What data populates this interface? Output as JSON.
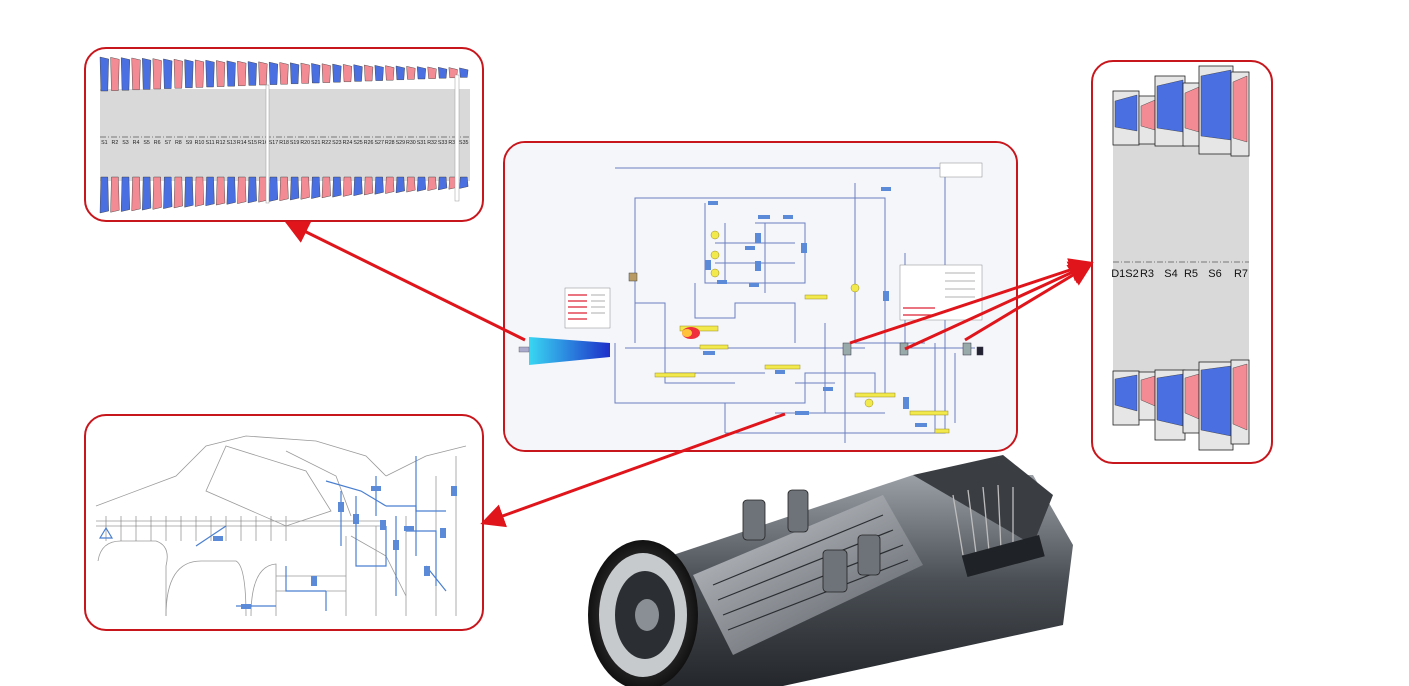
{
  "compressor": {
    "stage_labels": [
      "S1",
      "R2",
      "S3",
      "R4",
      "S5",
      "R6",
      "S7",
      "R8",
      "S9",
      "R10",
      "S11",
      "R12",
      "S13",
      "R14",
      "S15",
      "R16",
      "S17",
      "R18",
      "S19",
      "R20",
      "S21",
      "R22",
      "S23",
      "R24",
      "S25",
      "R26",
      "S27",
      "R28",
      "S29",
      "R30",
      "S31",
      "R32",
      "S33",
      "R34",
      "S35"
    ]
  },
  "turbine": {
    "stage_labels": [
      "D1S2",
      "R3",
      "S4",
      "R5",
      "S6",
      "R7"
    ]
  },
  "colors": {
    "frame": "#c8161d",
    "arrow": "#e0141b",
    "stator": "#4a6fe0",
    "rotor": "#f28b93",
    "casing": "#d9d9d9"
  }
}
